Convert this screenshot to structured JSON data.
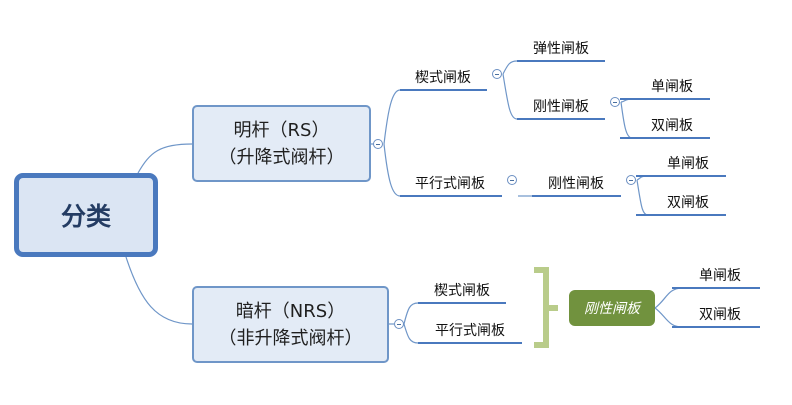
{
  "root": {
    "label": "分类"
  },
  "branches": [
    {
      "line1": "明杆（RS）",
      "line2": "（升降式阀杆）",
      "children": [
        {
          "label": "楔式闸板",
          "children": [
            {
              "label": "弹性闸板"
            },
            {
              "label": "刚性闸板",
              "children": [
                {
                  "label": "单闸板"
                },
                {
                  "label": "双闸板"
                }
              ]
            }
          ]
        },
        {
          "label": "平行式闸板",
          "children": [
            {
              "label": "刚性闸板",
              "children": [
                {
                  "label": "单闸板"
                },
                {
                  "label": "双闸板"
                }
              ]
            }
          ]
        }
      ]
    },
    {
      "line1": "暗杆（NRS）",
      "line2": "（非升降式阀杆）",
      "children": [
        {
          "label": "楔式闸板"
        },
        {
          "label": "平行式闸板"
        }
      ],
      "shared": {
        "label": "刚性闸板",
        "children": [
          {
            "label": "单闸板"
          },
          {
            "label": "双闸板"
          }
        ]
      }
    }
  ],
  "colors": {
    "connector": "#6f96c8",
    "underline": "#4a79be",
    "bracket": "#b9cc8a",
    "shared_topic": "#71923e"
  }
}
